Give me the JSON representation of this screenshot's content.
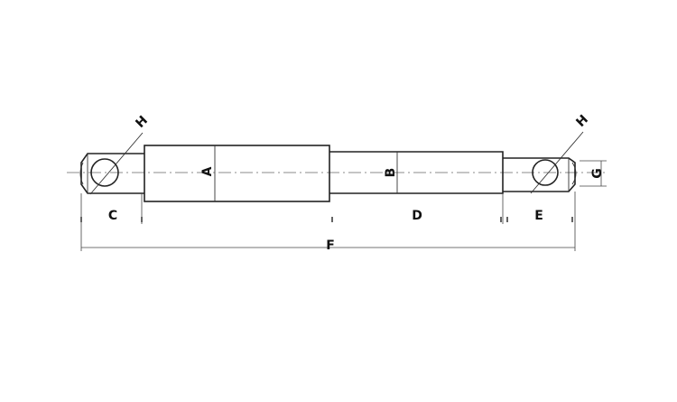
{
  "labels": {
    "a": "A",
    "b": "B",
    "c": "C",
    "d": "D",
    "e": "E",
    "f": "F",
    "g": "G",
    "h_left": "H",
    "h_right": "H"
  }
}
